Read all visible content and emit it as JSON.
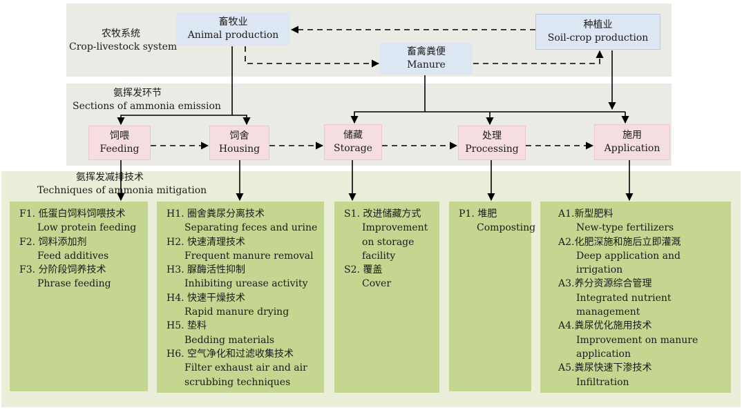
{
  "system": {
    "zh": "农牧系统",
    "en": "Crop-livestock system"
  },
  "sections": {
    "zh": "氨挥发环节",
    "en": "Sections of ammonia emission"
  },
  "techniques": {
    "zh": "氨挥发减排技术",
    "en": "Techniques of ammonia mitigation"
  },
  "nodes": {
    "animal": {
      "zh": "畜牧业",
      "en": "Animal production"
    },
    "soil": {
      "zh": "种植业",
      "en": "Soil-crop production"
    },
    "manure": {
      "zh": "畜禽粪便",
      "en": "Manure"
    },
    "feeding": {
      "zh": "饲喂",
      "en": "Feeding"
    },
    "housing": {
      "zh": "饲舍",
      "en": "Housing"
    },
    "storage": {
      "zh": "储藏",
      "en": "Storage"
    },
    "processing": {
      "zh": "处理",
      "en": "Processing"
    },
    "application": {
      "zh": "施用",
      "en": "Application"
    }
  },
  "feeding_tech": [
    {
      "code": "F1.",
      "zh": "低蛋白饲料饲喂技术",
      "en": "Low protein feeding"
    },
    {
      "code": "F2.",
      "zh": "饲料添加剂",
      "en": "Feed additives"
    },
    {
      "code": "F3.",
      "zh": "分阶段饲养技术",
      "en": "Phrase feeding"
    }
  ],
  "housing_tech": [
    {
      "code": "H1.",
      "zh": "圈舍粪尿分离技术",
      "en": "Separating feces and urine"
    },
    {
      "code": "H2.",
      "zh": "快速清理技术",
      "en": "Frequent manure removal"
    },
    {
      "code": "H3.",
      "zh": "脲酶活性抑制",
      "en": "Inhibiting urease activity"
    },
    {
      "code": "H4.",
      "zh": "快速干燥技术",
      "en": "Rapid manure drying"
    },
    {
      "code": "H5.",
      "zh": "垫料",
      "en": "Bedding materials"
    },
    {
      "code": "H6.",
      "zh": "空气净化和过滤收集技术",
      "en": "Filter exhaust air and air scrubbing techniques"
    }
  ],
  "storage_tech": [
    {
      "code": "S1.",
      "zh": "改进储藏方式",
      "en": "Improvement on storage facility"
    },
    {
      "code": "S2.",
      "zh": "覆盖",
      "en": "Cover"
    }
  ],
  "processing_tech": [
    {
      "code": "P1.",
      "zh": "堆肥",
      "en": "Composting"
    }
  ],
  "application_tech": [
    {
      "code": "A1.",
      "zh": "新型肥料",
      "en": "New-type fertilizers"
    },
    {
      "code": "A2.",
      "zh": "化肥深施和施后立即灌溉",
      "en": "Deep application and irrigation"
    },
    {
      "code": "A3.",
      "zh": "养分资源综合管理",
      "en": "Integrated nutrient management"
    },
    {
      "code": "A4.",
      "zh": "粪尿优化施用技术",
      "en": "Improvement on manure application"
    },
    {
      "code": "A5.",
      "zh": "粪尿快速下渗技术",
      "en": "Infiltration"
    }
  ]
}
